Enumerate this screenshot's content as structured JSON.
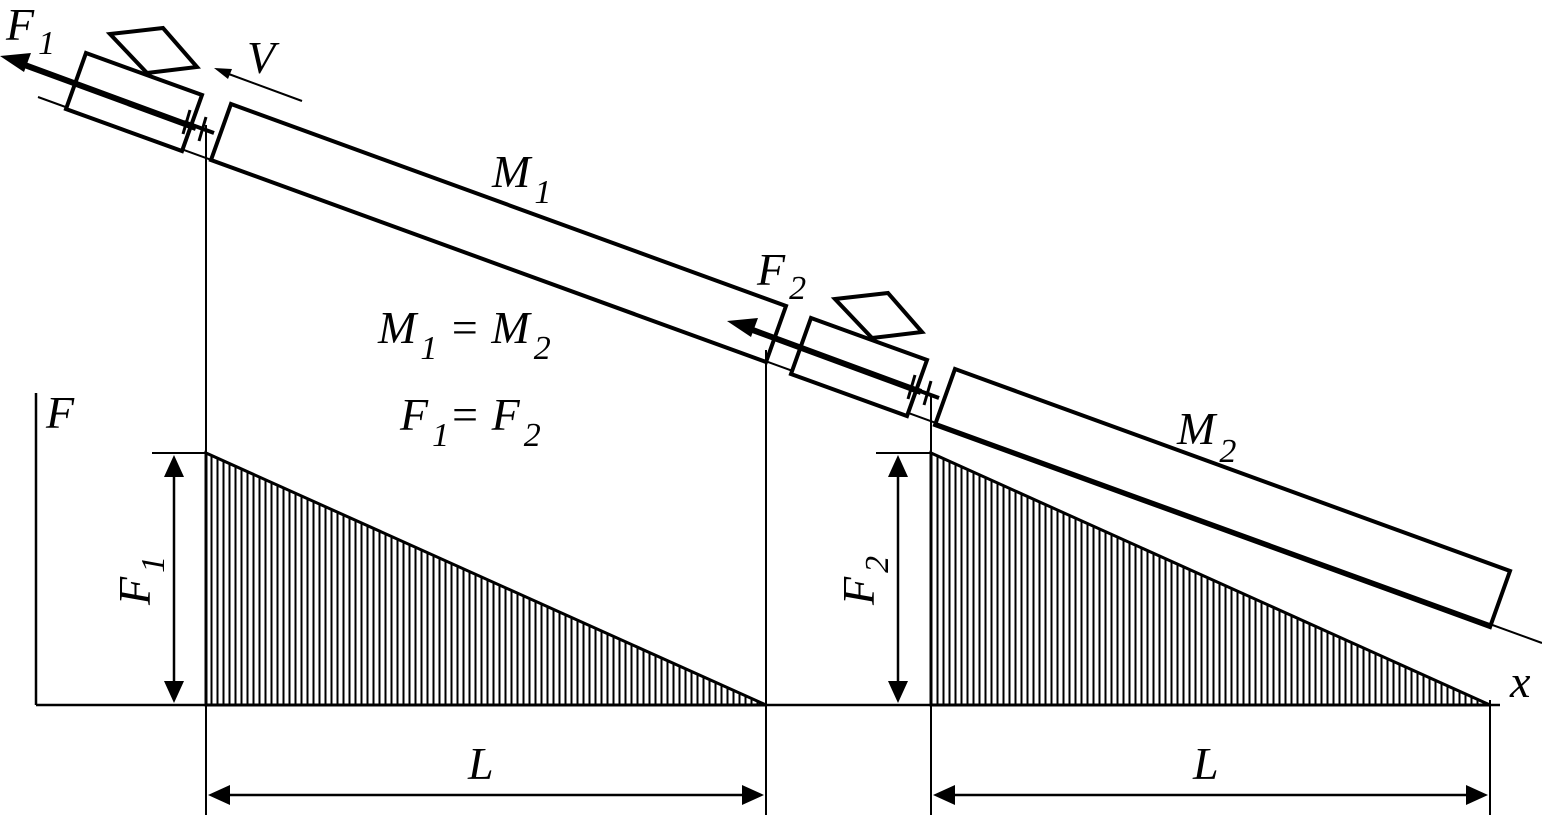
{
  "labels": {
    "force_axis": "F",
    "x_axis": "x",
    "velocity": "V",
    "force1": {
      "main": "F",
      "sub": "1"
    },
    "force2": {
      "main": "F",
      "sub": "2"
    },
    "mass1": {
      "main": "M",
      "sub": "1"
    },
    "mass2": {
      "main": "M",
      "sub": "2"
    },
    "eq_mass": {
      "a": "M",
      "a_sub": "1",
      "op": " = M",
      "b_sub": "2"
    },
    "eq_force": {
      "a": "F",
      "a_sub": "1",
      "op": "= F",
      "b_sub": "2"
    },
    "length1": "L",
    "length2": "L"
  },
  "colors": {
    "ink": "#000000",
    "paper": "#ffffff"
  }
}
